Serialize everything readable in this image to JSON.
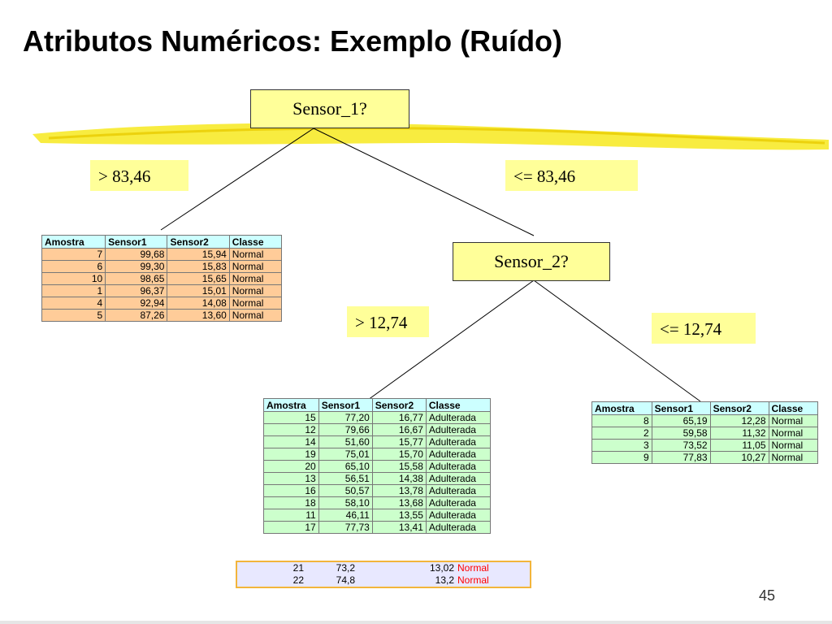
{
  "title": "Atributos Numéricos: Exemplo (Ruído)",
  "page_number": "45",
  "nodes": {
    "root": "Sensor_1?",
    "child": "Sensor_2?"
  },
  "edges": {
    "root_left": "> 83,46",
    "root_right": "<= 83,46",
    "child_left": "> 12,74",
    "child_right": "<= 12,74"
  },
  "table_headers": [
    "Amostra",
    "Sensor1",
    "Sensor2",
    "Classe"
  ],
  "table_left": [
    [
      "7",
      "99,68",
      "15,94",
      "Normal"
    ],
    [
      "6",
      "99,30",
      "15,83",
      "Normal"
    ],
    [
      "10",
      "98,65",
      "15,65",
      "Normal"
    ],
    [
      "1",
      "96,37",
      "15,01",
      "Normal"
    ],
    [
      "4",
      "92,94",
      "14,08",
      "Normal"
    ],
    [
      "5",
      "87,26",
      "13,60",
      "Normal"
    ]
  ],
  "table_middle": [
    [
      "15",
      "77,20",
      "16,77",
      "Adulterada"
    ],
    [
      "12",
      "79,66",
      "16,67",
      "Adulterada"
    ],
    [
      "14",
      "51,60",
      "15,77",
      "Adulterada"
    ],
    [
      "19",
      "75,01",
      "15,70",
      "Adulterada"
    ],
    [
      "20",
      "65,10",
      "15,58",
      "Adulterada"
    ],
    [
      "13",
      "56,51",
      "14,38",
      "Adulterada"
    ],
    [
      "16",
      "50,57",
      "13,78",
      "Adulterada"
    ],
    [
      "18",
      "58,10",
      "13,68",
      "Adulterada"
    ],
    [
      "11",
      "46,11",
      "13,55",
      "Adulterada"
    ],
    [
      "17",
      "77,73",
      "13,41",
      "Adulterada"
    ]
  ],
  "table_noise": [
    [
      "21",
      "73,2",
      "13,02",
      "Normal"
    ],
    [
      "22",
      "74,8",
      "13,2",
      "Normal"
    ]
  ],
  "table_right": [
    [
      "8",
      "65,19",
      "12,28",
      "Normal"
    ],
    [
      "2",
      "59,58",
      "11,32",
      "Normal"
    ],
    [
      "3",
      "73,52",
      "11,05",
      "Normal"
    ],
    [
      "9",
      "77,83",
      "10,27",
      "Normal"
    ]
  ],
  "colors": {
    "node_fill": "#ffff99",
    "header_fill": "#ccffff",
    "orange_rows": "#ffcc99",
    "green_rows": "#ccffcc",
    "noise_fill": "#e8e8ff",
    "noise_text": "#ff0000",
    "highlighter": "#f5e600"
  }
}
